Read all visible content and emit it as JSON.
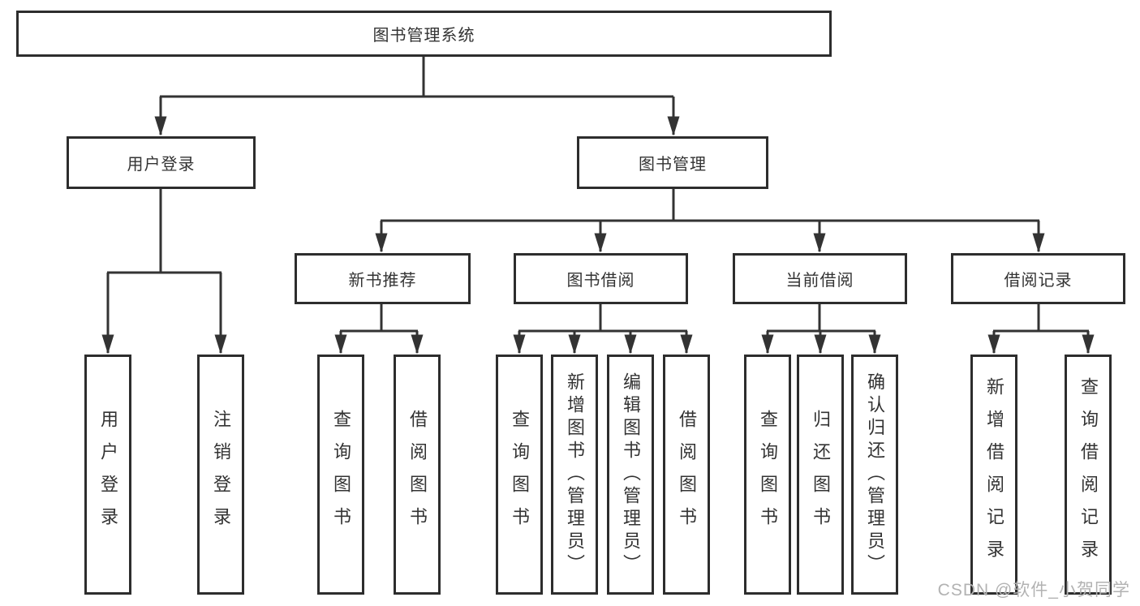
{
  "diagram": {
    "watermark": "CSDN @软件_小贺同学",
    "colors": {
      "line": "#333333",
      "box_border": "#2d2d2d",
      "box_fill": "#ffffff",
      "text": "#333333",
      "watermark_text": "#b2b2b2"
    },
    "tree": {
      "label": "图书管理系统",
      "children": [
        {
          "label": "用户登录",
          "children": [
            {
              "label": "用户登录"
            },
            {
              "label": "注销登录"
            }
          ]
        },
        {
          "label": "图书管理",
          "children": [
            {
              "label": "新书推荐",
              "children": [
                {
                  "label": "查询图书"
                },
                {
                  "label": "借阅图书"
                }
              ]
            },
            {
              "label": "图书借阅",
              "children": [
                {
                  "label": "查询图书"
                },
                {
                  "label": "新增图书（管理员）"
                },
                {
                  "label": "编辑图书（管理员）"
                },
                {
                  "label": "借阅图书"
                }
              ]
            },
            {
              "label": "当前借阅",
              "children": [
                {
                  "label": "查询图书"
                },
                {
                  "label": "归还图书"
                },
                {
                  "label": "确认归还（管理员）"
                }
              ]
            },
            {
              "label": "借阅记录",
              "children": [
                {
                  "label": "新增借阅记录"
                },
                {
                  "label": "查询借阅记录"
                }
              ]
            }
          ]
        }
      ]
    }
  }
}
